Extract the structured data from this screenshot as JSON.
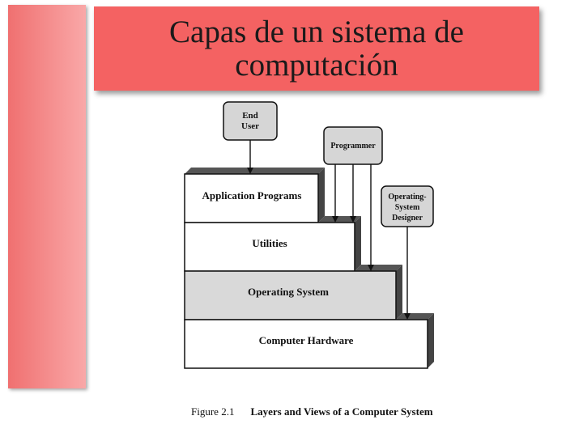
{
  "slide": {
    "title": "Capas de un sistema de computación"
  },
  "diagram": {
    "layers": [
      {
        "label": "Application Programs",
        "fill": "#ffffff"
      },
      {
        "label": "Utilities",
        "fill": "#ffffff"
      },
      {
        "label": "Operating System",
        "fill": "#d9d9d9"
      },
      {
        "label": "Computer Hardware",
        "fill": "#ffffff"
      }
    ],
    "actors": {
      "end_user": [
        "End",
        "User"
      ],
      "programmer": [
        "Programmer"
      ],
      "os_designer": [
        "Operating-",
        "System",
        "Designer"
      ]
    },
    "actor_fill": "#d6d6d6"
  },
  "caption": {
    "number": "Figure 2.1",
    "text": "Layers and Views of a Computer System"
  },
  "colors": {
    "title_bg": "#f46262",
    "strip_bg": "#f07070"
  }
}
